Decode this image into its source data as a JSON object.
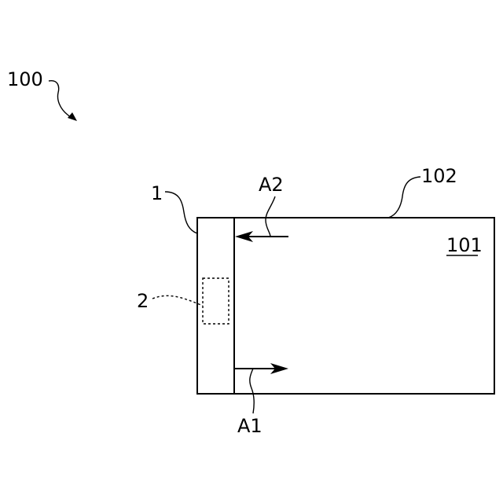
{
  "labels": {
    "device": "100",
    "housing_outline": "102",
    "display_region": "101",
    "side_panel": "1",
    "component": "2",
    "arrow_in": "A2",
    "arrow_out": "A1"
  }
}
